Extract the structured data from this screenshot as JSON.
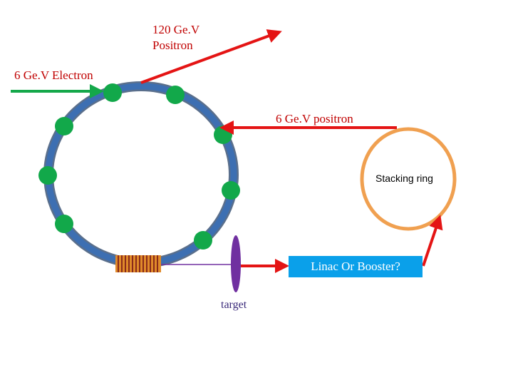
{
  "labels": {
    "positron_120_line1": "120 Ge.V",
    "positron_120_line2": "Positron",
    "electron_6": "6 Ge.V Electron",
    "positron_6": "6 Ge.V positron",
    "stacking_ring": "Stacking ring",
    "linac_booster": "Linac Or Booster?",
    "target": "target"
  },
  "colors": {
    "ring_fill": "#3d6fb2",
    "ring_edge": "#5a6f8c",
    "node_green": "#12a84a",
    "arrow_red": "#e41414",
    "arrow_green": "#14a84a",
    "stacking_ring": "#f0a050",
    "linac_box": "#0aa0ea",
    "target_purple": "#7030a0",
    "label_red": "#c00000",
    "undulator_orange": "#e08a2a",
    "undulator_stripe": "#8a2a1a"
  },
  "icons": [
    "main-ring",
    "stacking-ring",
    "target-disk",
    "undulator",
    "magnet-node"
  ]
}
